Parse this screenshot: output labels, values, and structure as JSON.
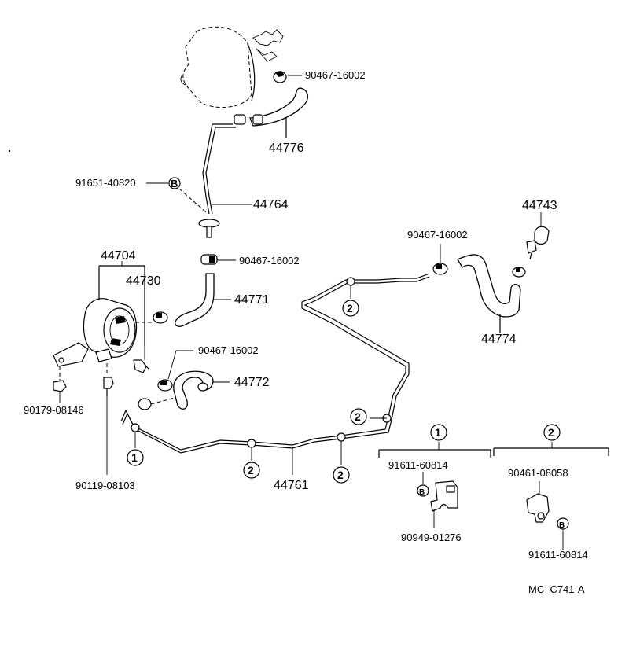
{
  "diagram": {
    "parts": {
      "p_90467_top": "90467-16002",
      "p_44776": "44776",
      "p_91651": "91651-40820",
      "p_44764": "44764",
      "p_90467_mid": "90467-16002",
      "p_44704": "44704",
      "p_44730": "44730",
      "p_44771": "44771",
      "p_90467_low": "90467-16002",
      "p_44772": "44772",
      "p_90179": "90179-08146",
      "p_90119": "90119-08103",
      "p_44761": "44761",
      "p_44743": "44743",
      "p_90467_right": "90467-16002",
      "p_44774": "44774",
      "p_91611_a": "91611-60814",
      "p_90949": "90949-01276",
      "p_90461": "90461-08058",
      "p_91611_b": "91611-60814"
    },
    "callouts": {
      "one": "1",
      "two": "2"
    },
    "bolt_mark": "B",
    "figure_code": "MC  C741-A"
  }
}
